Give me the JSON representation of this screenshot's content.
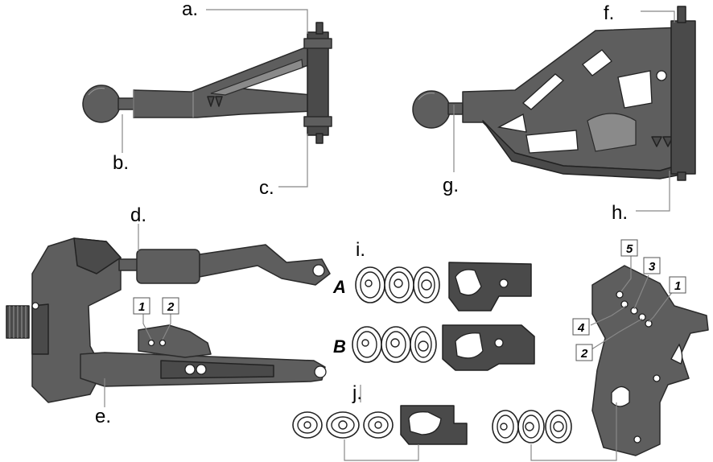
{
  "labels": {
    "a": "a.",
    "b": "b.",
    "c": "c.",
    "d": "d.",
    "e": "e.",
    "f": "f.",
    "g": "g.",
    "h": "h.",
    "i": "i.",
    "j": "j."
  },
  "row_labels": {
    "A": "A",
    "B": "B"
  },
  "position_tags": {
    "bracket_left": "1",
    "bracket_right": "2",
    "plate_5": "5",
    "plate_3": "3",
    "plate_1": "1",
    "plate_4": "4",
    "plate_2": "2"
  },
  "colors": {
    "part_fill": "#5e5e5e",
    "part_dark": "#4a4a4a",
    "outline": "#2a2a2a",
    "leader": "#888888"
  }
}
